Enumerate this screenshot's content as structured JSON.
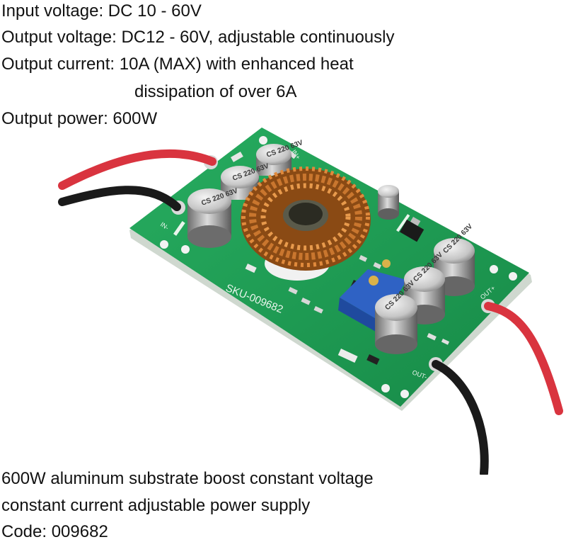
{
  "specs": {
    "input_voltage": "Input voltage: DC 10 - 60V",
    "output_voltage": "Output voltage: DC12 - 60V, adjustable continuously",
    "output_current": "Output current: 10A (MAX) with enhanced heat",
    "output_current_cont": "dissipation of over 6A",
    "output_power": "Output power: 600W"
  },
  "board": {
    "sku": "SKU-009682",
    "in_minus": "IN-",
    "in_plus": "IN+",
    "out_plus": "OUT+",
    "out_minus": "OUT-",
    "cap_marks": [
      "CS 220 63V",
      "CS 220 63V",
      "CS 220 63V",
      "CS 220 63V",
      "CS 220 63V",
      "CS 220 63V"
    ],
    "colors": {
      "pcb": "#1e9e55",
      "wire_positive": "#d9343f",
      "wire_negative": "#1a1a1a",
      "copper": "#c9762e",
      "trimpot": "#2f62c4"
    }
  },
  "caption": {
    "line1": "600W aluminum substrate boost constant voltage",
    "line2": "constant current adjustable power supply",
    "code": "Code: 009682"
  }
}
